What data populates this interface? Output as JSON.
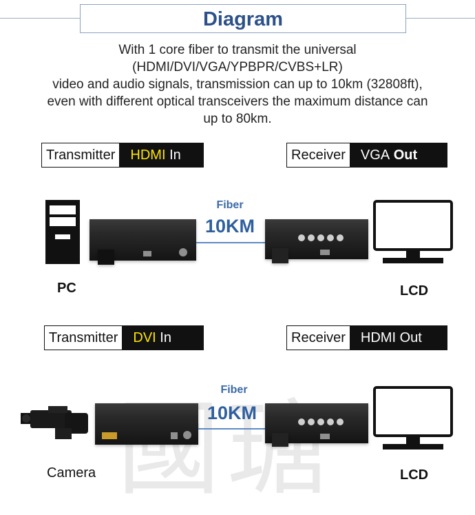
{
  "header": {
    "title": "Diagram",
    "description_lines": [
      "With 1 core fiber to transmit the universal",
      "(HDMI/DVI/VGA/YPBPR/CVBS+LR)",
      "video and audio signals, transmission can up to 10km (32808ft),",
      "even with different optical transceivers the maximum distance can",
      "up to 80km."
    ]
  },
  "diagram1": {
    "tx_label": "Transmitter",
    "tx_signal": "HDMI",
    "tx_direction": "In",
    "rx_label": "Receiver",
    "rx_signal": "VGA",
    "rx_direction": "Out",
    "fiber_label": "Fiber",
    "fiber_distance": "10KM",
    "source_caption": "PC",
    "display_caption": "LCD"
  },
  "diagram2": {
    "tx_label": "Transmitter",
    "tx_signal": "DVI",
    "tx_direction": "In",
    "rx_label": "Receiver",
    "rx_signal": "HDMI Out",
    "fiber_label": "Fiber",
    "fiber_distance": "10KM",
    "source_caption": "Camera",
    "display_caption": "LCD"
  },
  "colors": {
    "title": "#2c5189",
    "fiber_text": "#3a6aa8",
    "highlight": "#ffe600"
  }
}
